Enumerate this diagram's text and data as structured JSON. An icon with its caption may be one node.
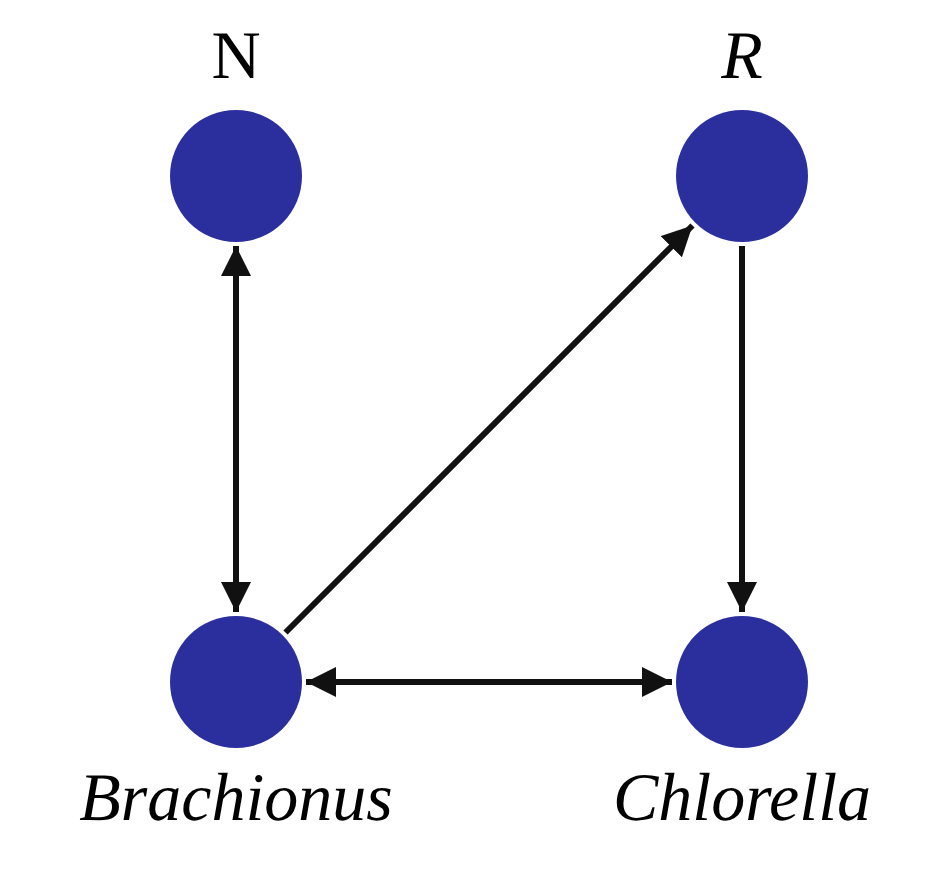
{
  "diagram": {
    "nodes": [
      {
        "text": [
          "N"
        ]
      },
      {
        "text": [
          "R"
        ]
      },
      {
        "text": [
          "Brachionus"
        ]
      },
      {
        "text": [
          "Chlorella"
        ]
      }
    ],
    "edges": [
      {
        "from": 0,
        "to": 2,
        "arrow": "both"
      },
      {
        "from": 2,
        "to": 1,
        "arrow": "to"
      },
      {
        "from": 1,
        "to": 3,
        "arrow": "to"
      },
      {
        "from": 2,
        "to": 3,
        "arrow": "both"
      }
    ]
  }
}
